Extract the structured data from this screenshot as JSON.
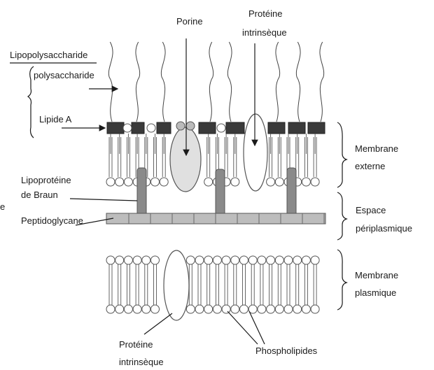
{
  "labels": {
    "porine": "Porine",
    "prot_top_1": "Protéine",
    "prot_top_2": "intrinsèque",
    "lps": "Lipopolysaccharide",
    "polysaccharide": "polysaccharide",
    "lipide_a": "Lipide A",
    "membrane_externe_1": "Membrane",
    "membrane_externe_2": "externe",
    "lipoproteine_1": "Lipoprotéine",
    "lipoproteine_2": "de Braun",
    "espace_1": "Espace",
    "espace_2": "périplasmique",
    "peptidoglycane": "Peptidoglycane",
    "membrane_plasmique_1": "Membrane",
    "membrane_plasmique_2": "plasmique",
    "prot_bottom_1": "Protéine",
    "prot_bottom_2": "intrinsèque",
    "phospholipides": "Phospholipides",
    "edge_letter": "e"
  },
  "colors": {
    "ink": "#1a1a1a",
    "lipid_block": "#3a3a3a",
    "peptidoglycane": "#bdbdbd",
    "lipoprotein": "#8a8a8a",
    "porin": "#e0e0e0",
    "head": "#ffffff"
  }
}
